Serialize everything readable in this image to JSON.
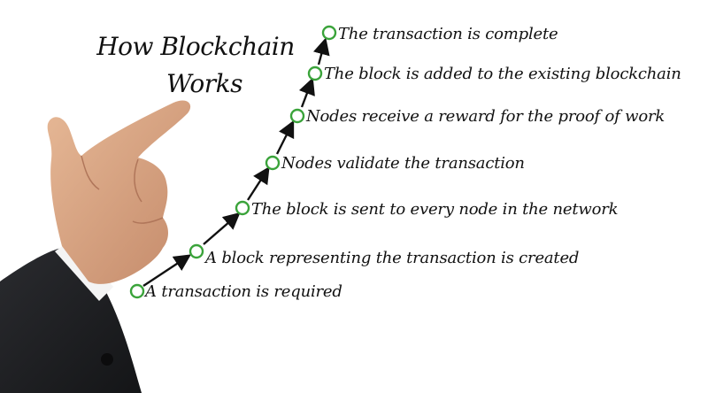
{
  "title": {
    "line1": "How Blockchain",
    "line2": "Works"
  },
  "steps": [
    {
      "label": "A transaction is required"
    },
    {
      "label": "A block representing the transaction is created"
    },
    {
      "label": "The block is sent to every node in the network"
    },
    {
      "label": "Nodes validate the transaction"
    },
    {
      "label": "Nodes receive a reward for the proof of work"
    },
    {
      "label": "The block is added to the existing blockchain"
    },
    {
      "label": "The transaction is complete"
    }
  ],
  "colors": {
    "node_ring": "#3aa33a",
    "arrow": "#111111",
    "text": "#111111",
    "suit": "#1e1f22",
    "skin": "#d8a584",
    "cuff": "#f4f4f4"
  }
}
